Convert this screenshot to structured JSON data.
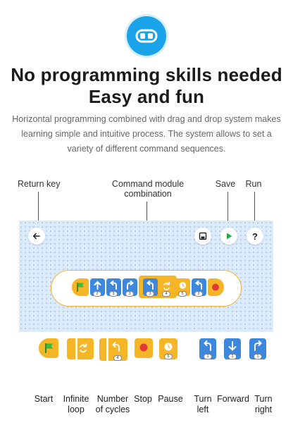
{
  "header": {
    "line1": "No programming skills needed",
    "line2": "Easy and fun",
    "description": "Horizontal programming combined with drag and drop system makes learning simple and intuitive process. The system allows to set a variety of different command sequences."
  },
  "callouts": {
    "return_key": "Return key",
    "command_module": "Command module combination",
    "save": "Save",
    "run": "Run"
  },
  "editor": {
    "back_icon": "arrow-left-icon",
    "save_icon": "floppy-icon",
    "run_icon": "play-icon",
    "help_label": "?",
    "sequence": [
      {
        "icon": "flag-icon",
        "color": "#f4b526"
      },
      {
        "icon": "arrow-up-icon",
        "number": "2",
        "color": "#3d88dc"
      },
      {
        "icon": "turn-left-icon",
        "number": "3",
        "color": "#3d88dc"
      },
      {
        "icon": "turn-right-icon",
        "number": "3",
        "color": "#3d88dc"
      },
      {
        "icon": "turn-left-icon",
        "number": "3",
        "color": "#3d88dc"
      },
      {
        "icon": "loop-icon",
        "number": "4",
        "color": "#f4b526"
      },
      {
        "icon": "pause-icon",
        "number": "5",
        "color": "#f4b526"
      },
      {
        "icon": "turn-left-icon",
        "number": "3",
        "color": "#3d88dc"
      },
      {
        "icon": "stop-icon",
        "color": "#f4b526"
      }
    ]
  },
  "legend": [
    {
      "label": "Start",
      "icon": "flag-icon"
    },
    {
      "label": "Infinite loop",
      "icon": "loop-icon"
    },
    {
      "label": "Number of cycles",
      "icon": "loop-count-icon",
      "number": "4"
    },
    {
      "label": "Stop",
      "icon": "stop-icon"
    },
    {
      "label": "Pause",
      "icon": "pause-icon",
      "number": "5"
    },
    {
      "label": "Turn left",
      "icon": "turn-left-icon",
      "number": "1"
    },
    {
      "label": "Forward",
      "icon": "arrow-down-icon",
      "number": "1"
    },
    {
      "label": "Turn right",
      "icon": "turn-right-icon",
      "number": "1"
    }
  ],
  "colors": {
    "accent_blue": "#1aa3e8",
    "block_yellow": "#f4b526",
    "block_blue": "#3d88dc",
    "run_green": "#27a844",
    "stop_red": "#e53935"
  }
}
